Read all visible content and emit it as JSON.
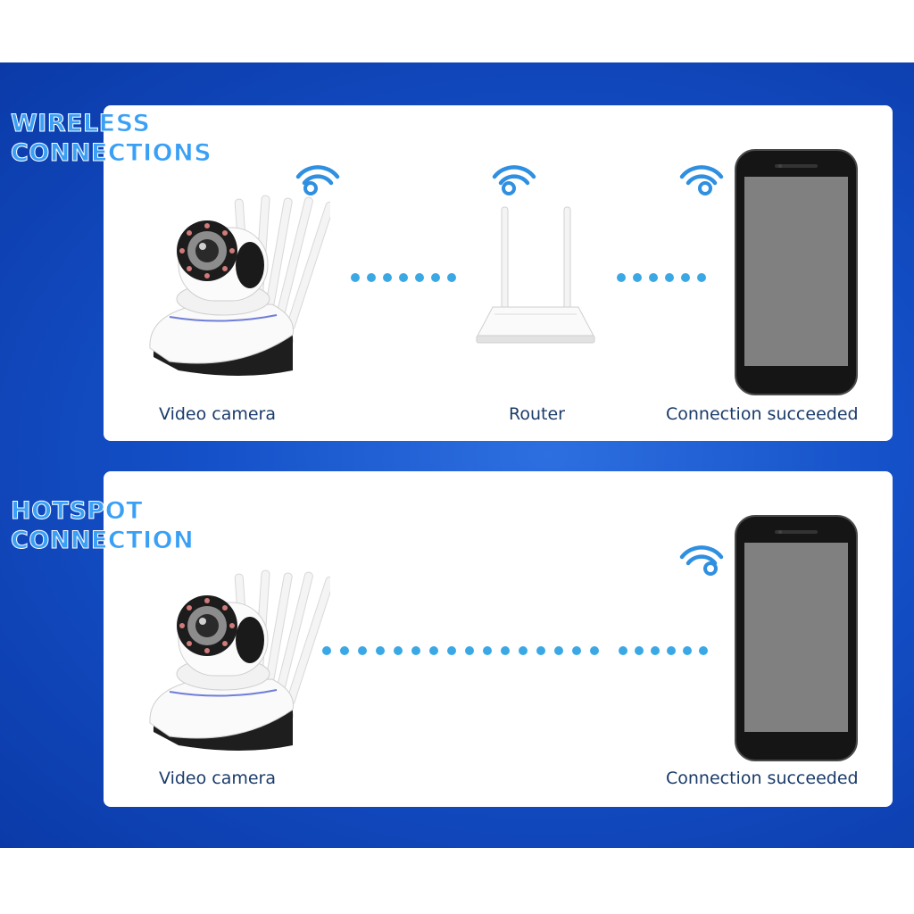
{
  "sections": [
    {
      "title_line1": "WIRELESS",
      "title_line2": "CONNECTIONS",
      "labels": {
        "camera": "Video camera",
        "router": "Router",
        "phone": "Connection succeeded"
      }
    },
    {
      "title_line1": "HOTSPOT",
      "title_line2": "CONNECTION",
      "labels": {
        "camera": "Video camera",
        "phone": "Connection succeeded"
      }
    }
  ],
  "colors": {
    "banner": "#1450c8",
    "accent": "#3aa0f5",
    "dots": "#3ba8e6",
    "label": "#1a3b6a"
  },
  "icons": [
    "wifi-icon",
    "ip-camera-icon",
    "router-icon",
    "smartphone-icon"
  ]
}
